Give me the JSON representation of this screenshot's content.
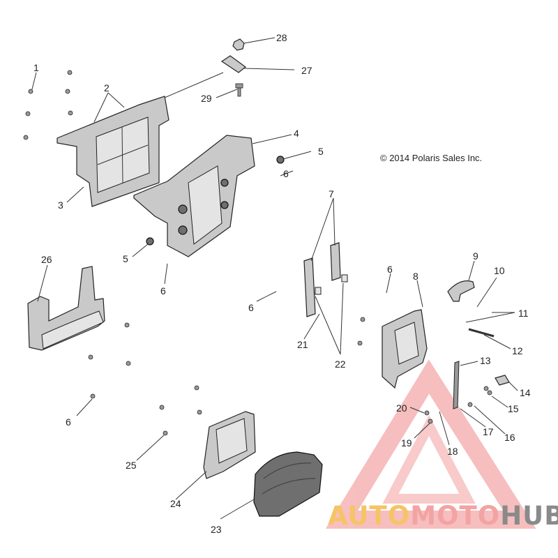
{
  "copyright": "© 2014 Polaris Sales Inc.",
  "watermark": {
    "part1": "AUTO",
    "part2": "MOTO",
    "part3": "HUB",
    "color1": "#f6c466",
    "color2": "#f3a3a3",
    "color3": "#8a8a8a"
  },
  "callouts": {
    "c1": "1",
    "c2": "2",
    "c3": "3",
    "c4": "4",
    "c5a": "5",
    "c5b": "5",
    "c6a": "6",
    "c6b": "6",
    "c6c": "6",
    "c6d": "6",
    "c6e": "6",
    "c7": "7",
    "c8": "8",
    "c9": "9",
    "c10": "10",
    "c11": "11",
    "c12": "12",
    "c13": "13",
    "c14": "14",
    "c15": "15",
    "c16": "16",
    "c17": "17",
    "c18": "18",
    "c19": "19",
    "c20": "20",
    "c21": "21",
    "c22": "22",
    "c23": "23",
    "c24": "24",
    "c25": "25",
    "c26": "26",
    "c27": "27",
    "c28": "28",
    "c29": "29"
  }
}
